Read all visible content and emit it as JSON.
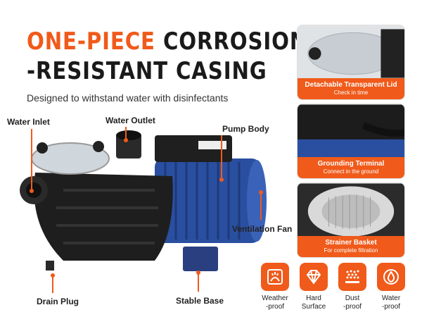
{
  "headline": {
    "accent": "ONE-PIECE",
    "rest1": " CORROSION",
    "line2": "-RESISTANT CASING"
  },
  "subtitle": "Designed to withstand water with disinfectants",
  "callouts": {
    "water_inlet": "Water Inlet",
    "water_outlet": "Water Outlet",
    "pump_body": "Pump Body",
    "ventilation_fan": "Ventilation Fan",
    "stable_base": "Stable Base",
    "drain_plug": "Drain Plug"
  },
  "cards": [
    {
      "title": "Detachable Transparent Lid",
      "subtitle": "Check in time"
    },
    {
      "title": "Grounding Terminal",
      "subtitle": "Connect in the ground"
    },
    {
      "title": "Strainer Basket",
      "subtitle": "For complete filtration"
    }
  ],
  "features": [
    {
      "line1": "Weather",
      "line2": "-proof",
      "icon": "weatherproof-icon"
    },
    {
      "line1": "Hard",
      "line2": "Surface",
      "icon": "diamond-icon"
    },
    {
      "line1": "Dust",
      "line2": "-proof",
      "icon": "dustproof-icon"
    },
    {
      "line1": "Water",
      "line2": "-proof",
      "icon": "waterproof-icon"
    }
  ],
  "colors": {
    "accent": "#f05a1a",
    "motor_blue": "#2a4fa0",
    "casing_black": "#1e1e1e"
  }
}
